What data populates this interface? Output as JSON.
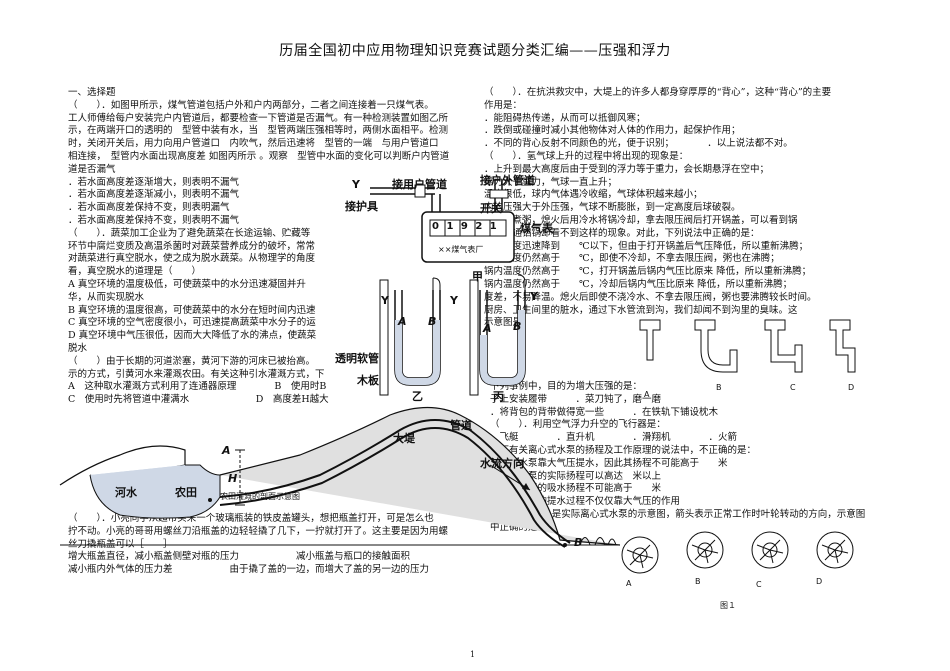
{
  "title": "历届全国初中应用物理知识竞赛试题分类汇编——压强和浮力",
  "left_column": [
    "一、选择题",
    "（　　）．如图甲所示，煤气管道包括户外和户内两部分，二者之间连接着一只煤气表。",
    "工人师傅给每户安装完户内管道后，都要检查一下管道是否漏气。有一种检测装置如图乙所",
    "示，在两端开口的透明的　型管中装有水，当　型管两端压强相等时，两侧水面相平。检测",
    "时，关闭开关后，用力向用户管道口　内吹气，然后迅速将　型管的一端　与用户管道口",
    "相连接，　型管内水面出现高度差 如图丙所示 。观察　型管中水面的变化可以判断户内管道",
    "道是否漏气",
    "．若水面高度差逐渐增大，则表明不漏气",
    "．若水面高度差逐渐减小，则表明不漏气",
    "．若水面高度差保持不变，则表明漏气",
    "．若水面高度差保持不变，则表明不漏气",
    "（　　）．蔬菜加工企业为了避免蔬菜在长途运输、贮藏等",
    "环节中腐烂变质及高温杀菌时对蔬菜营养成分的破坏，常常",
    "对蔬菜进行真空脱水，使之成为脱水蔬菜。从物理学的角度",
    "看，真空脱水的道理是（　　）",
    "A 真空环境的温度极低，可使蔬菜中的水分迅速凝固并升",
    "华，从而实现脱水",
    "B 真空环境的温度很高，可使蔬菜中的水分在短时间内迅速",
    "C 真空环境的空气密度很小，可迅速提高蔬菜中水分子的运",
    "D 真空环境中气压很低，因而大大降低了水的沸点，使蔬菜",
    "脱水",
    "（　　）由于长期的河道淤塞，黄河下游的河床已被抬高。",
    "示的方式，引黄河水来灌溉农田。有关这种引水灌溉方式，下",
    "A　这种取水灌溉方式利用了连通器原理　　　　B　使用时B",
    "C　使用时先将管道中灌满水　　　　　　　D　高度差H越大"
  ],
  "left_bottom": [
    "（　　）．小亮同学从超市买来一个玻璃瓶装的铁皮盖罐头，想把瓶盖打开，可是怎么也",
    "拧不动。小亮的哥哥用螺丝刀沿瓶盖的边轻轻撬了几下，一拧就打开了。这主要是因为用螺",
    "丝刀撬瓶盖可以［　　］",
    "增大瓶盖直径，减小瓶盖侧壁对瓶的压力　　　　　　减小瓶盖与瓶口的接触面积",
    "减小瓶内外气体的压力差　　　　　　由于撬了盖的一边，而增大了盖的另一边的压力"
  ],
  "right_column": [
    "（　　）．在抗洪救灾中，大堤上的许多人都身穿厚厚的“背心”，这种“背心”的主要",
    "作用是：",
    "．能阻碍热传递，从而可以抵御风寒；",
    "．跌倒或碰撞时减小其他物体对人体的作用力，起保护作用；",
    "．不同的背心反射不同颜色的光，便于识别；　　　　．以上说法都不对。",
    "（　　）．氢气球上升的过程中将出现的现象是：",
    "．上升到最大高度后由于受到的浮力等于重力，会长期悬浮在空中；",
    "浮力大于重力，气球一直上升；",
    "温度很低，球内气体遇冷收缩，气球体积越来越小；",
    "内的压强大于外压强，气球不断膨胀，到一定高度后球破裂。",
    "用压锅煮粥，熄火后用冷水将锅冷却，拿去限压阀后打开锅盖，可以看到锅",
    "腾。普通铝锅却看不到这样的现象。对此，下列说法中正确的是：",
    "锅内温度迅速降到　　℃以下，但由于打开锅盖后气压降低，所以重新沸腾；",
    "锅内温度仍然高于　　℃，即使不冷却，不拿去限压阀，粥也在沸腾；",
    "锅内温度仍然高于　　℃，打开锅盖后锅内气压比原来 降低，所以重新沸腾；",
    "锅内温度仍然高于　　℃，冷却后锅内气压比原来 降低，所以重新沸腾；",
    "度差，不易降温。熄火后即使不浇冷水、不拿去限压阀，粥也要沸腾较长时间。",
    "厨房、卫生间里的脏水，通过下水管流到沟，我们却闻不到沟里的臭味。这",
    "示意图是："
  ],
  "right_column_lower": [
    "下列事例中，目的为增大压强的是：",
    "子上安装履带　　　．菜刀钝了，磨一磨",
    "．将背包的背带做得宽一些　　　．在铁轨下铺设枕木",
    "（　　）．利用空气浮力升空的飞行器是：",
    "．飞艇　　　　．直升机　　　　．滑翔机　　　　．火箭",
    "以下有关离心式水泵的扬程及工作原理的说法中，不正确的是：",
    "离心式水泵靠大气压提水，因此其扬程不可能高于　　米",
    "离心式水泵的实际扬程可以高达　米以上",
    "离心式水泵的吸水扬程不可能高于　　米",
    "离心式水泵的提水过程不仅仅靠大气压的作用",
    "（　　）．图　是实际离心式水泵的示意图，箭头表示正常工作时叶轮转动的方向，示意图",
    "中正确的是"
  ],
  "figure_gas": {
    "user_pipe": "接用户管道",
    "outdoor_pipe": "接户外管道",
    "valve_label": "接护具",
    "switch_label": "开关",
    "meter_label": "煤气表",
    "meter_digits": "0 1 9 2 1",
    "factory": "××煤气表厂",
    "fig_jia": "甲",
    "fig_yi": "乙",
    "fig_bing": "丙",
    "tube_label": "透明软管",
    "board_label": "木板",
    "y1": "Y",
    "y2": "Y",
    "y3": "Y",
    "y4": "Y",
    "a1": "A",
    "b1": "B",
    "a2": "A",
    "b2": "B"
  },
  "figure_river": {
    "dam": "大堤",
    "pipe": "管道",
    "flow": "水流方向",
    "river": "河水",
    "field": "农田",
    "caption": "农田灌溉的剖面示意图",
    "a": "A",
    "b": "B",
    "h": "H"
  },
  "figure_drains": [
    "A",
    "B",
    "C",
    "D"
  ],
  "figure_pumps": [
    "A",
    "B",
    "C",
    "D"
  ],
  "figure_pump_caption": "图１",
  "page_number": "1"
}
